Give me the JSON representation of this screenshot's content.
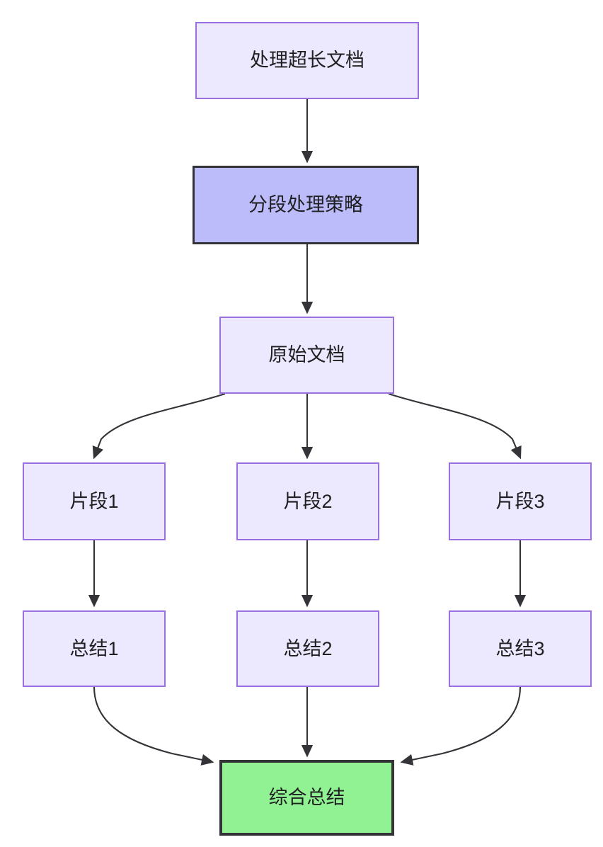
{
  "diagram": {
    "type": "flowchart",
    "direction": "top-to-bottom",
    "title": "处理超长文档",
    "background_color": "#ffffff",
    "colors": {
      "node_fill": "#ECE8FD",
      "node_border": "#9A70E0",
      "emphasis_fill": "#BCBCFA",
      "emphasis_border": "#333338",
      "final_fill": "#90F293",
      "final_border": "#333338",
      "edge_stroke": "#333338",
      "text": "#1f1f22"
    },
    "nodes": [
      {
        "id": "n1",
        "label": "处理超长文档",
        "style": "normal"
      },
      {
        "id": "n2",
        "label": "分段处理策略",
        "style": "emphasis"
      },
      {
        "id": "n3",
        "label": "原始文档",
        "style": "normal"
      },
      {
        "id": "f1",
        "label": "片段1",
        "style": "normal"
      },
      {
        "id": "f2",
        "label": "片段2",
        "style": "normal"
      },
      {
        "id": "f3",
        "label": "片段3",
        "style": "normal"
      },
      {
        "id": "s1",
        "label": "总结1",
        "style": "normal"
      },
      {
        "id": "s2",
        "label": "总结2",
        "style": "normal"
      },
      {
        "id": "s3",
        "label": "总结3",
        "style": "normal"
      },
      {
        "id": "final",
        "label": "综合总结",
        "style": "final"
      }
    ],
    "edges": [
      {
        "from": "n1",
        "to": "n2",
        "shape": "straight"
      },
      {
        "from": "n2",
        "to": "n3",
        "shape": "straight"
      },
      {
        "from": "n3",
        "to": "f1",
        "shape": "curve"
      },
      {
        "from": "n3",
        "to": "f2",
        "shape": "straight"
      },
      {
        "from": "n3",
        "to": "f3",
        "shape": "curve"
      },
      {
        "from": "f1",
        "to": "s1",
        "shape": "straight"
      },
      {
        "from": "f2",
        "to": "s2",
        "shape": "straight"
      },
      {
        "from": "f3",
        "to": "s3",
        "shape": "straight"
      },
      {
        "from": "s1",
        "to": "final",
        "shape": "curve"
      },
      {
        "from": "s2",
        "to": "final",
        "shape": "straight"
      },
      {
        "from": "s3",
        "to": "final",
        "shape": "curve"
      }
    ]
  }
}
